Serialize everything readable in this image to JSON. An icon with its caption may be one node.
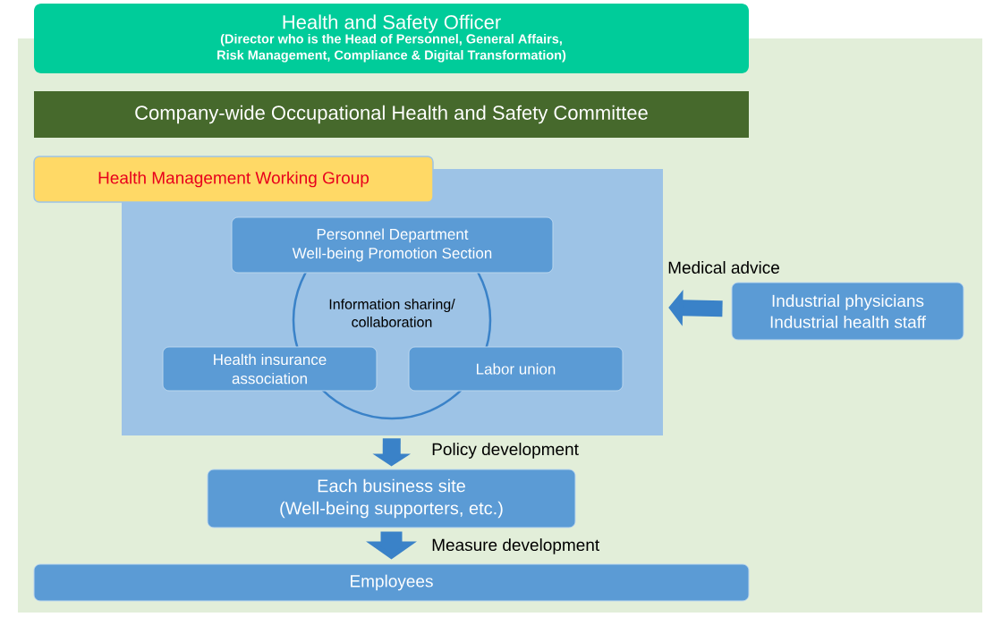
{
  "diagram": {
    "nodes": [
      {
        "text": [
          "Health and Safety Officer",
          "(Director who is the Head of Personnel, General Affairs, Risk Management, Compliance & Digital Transformation)"
        ]
      },
      {
        "text": [
          "Company-wide Occupational Health and Safety Committee"
        ]
      },
      {
        "text": [
          "Health Management Working Group"
        ]
      },
      {
        "text": [
          "Personnel Department Well-being Promotion Section"
        ],
        "in": 2
      },
      {
        "text": [
          "Information sharing/ collaboration"
        ],
        "in": 2
      },
      {
        "text": [
          "Health insurance association"
        ],
        "in": 2
      },
      {
        "text": [
          "Labor union"
        ],
        "in": 2
      },
      {
        "text": [
          "Industrial physicians Industrial health staff"
        ]
      },
      {
        "text": [
          "Each business site (Well-being supporters, etc.)"
        ]
      },
      {
        "text": [
          "Employees"
        ]
      }
    ],
    "edges": [
      {
        "from": 7,
        "to": 2,
        "arrow": "to",
        "label": "Medical advice"
      },
      {
        "from": 2,
        "to": 8,
        "arrow": "to",
        "label": "Policy development"
      },
      {
        "from": 8,
        "to": 9,
        "arrow": "to",
        "label": "Measure development"
      }
    ]
  }
}
